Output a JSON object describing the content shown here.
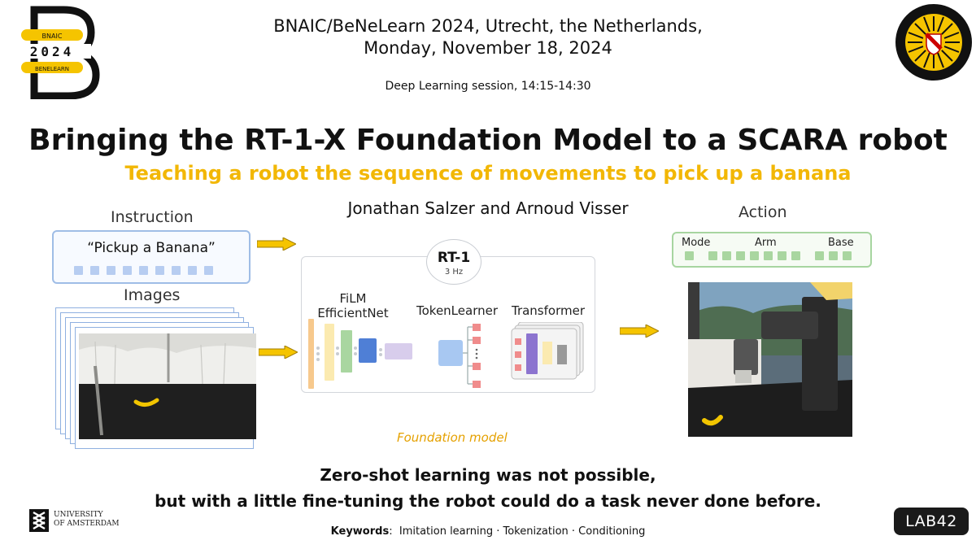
{
  "header": {
    "conference": "BNAIC/BeNeLearn 2024, Utrecht, the Netherlands,",
    "date": "Monday, November 18, 2024",
    "session": "Deep Learning session, 14:15-14:30"
  },
  "logo": {
    "top_text": "BNAIC",
    "year": "2024",
    "bottom_text": "BENELEARN"
  },
  "title": "Bringing the RT-1-X Foundation Model to a SCARA robot",
  "subtitle": "Teaching a robot the sequence of movements to pick up a banana",
  "authors": "Jonathan Salzer and Arnoud Visser",
  "diagram": {
    "instruction_label": "Instruction",
    "instruction_text": "“Pickup a Banana”",
    "images_label": "Images",
    "model_name": "RT-1",
    "model_rate": "3 Hz",
    "film_label_1": "FiLM",
    "film_label_2": "EfficientNet",
    "tokenlearner_label": "TokenLearner",
    "transformer_label": "Transformer",
    "foundation_caption": "Foundation model",
    "action_label": "Action",
    "action_mode": "Mode",
    "action_arm": "Arm",
    "action_base": "Base"
  },
  "conclusion": {
    "line1": "Zero-shot learning was not possible,",
    "line2": "but with a little fine-tuning the robot could do a task never done before."
  },
  "keywords": {
    "label": "Keywords",
    "sep": ":",
    "text": "Imitation learning · Tokenization · Conditioning"
  },
  "footer": {
    "uva_line1": "UNIVERSITY",
    "uva_line2": "OF AMSTERDAM",
    "lab": "LAB42"
  },
  "colors": {
    "accent_yellow": "#f2b705",
    "caption_orange": "#e5a100",
    "arrow_fill": "#f5c400",
    "token_blue": "#b7cdf1",
    "token_green": "#a9d6a0"
  },
  "icons": {
    "bnaic": "bnaic-2024-b-logo",
    "uu": "utrecht-university-seal",
    "uva": "uva-crest-icon",
    "arrow": "right-arrow-icon"
  }
}
